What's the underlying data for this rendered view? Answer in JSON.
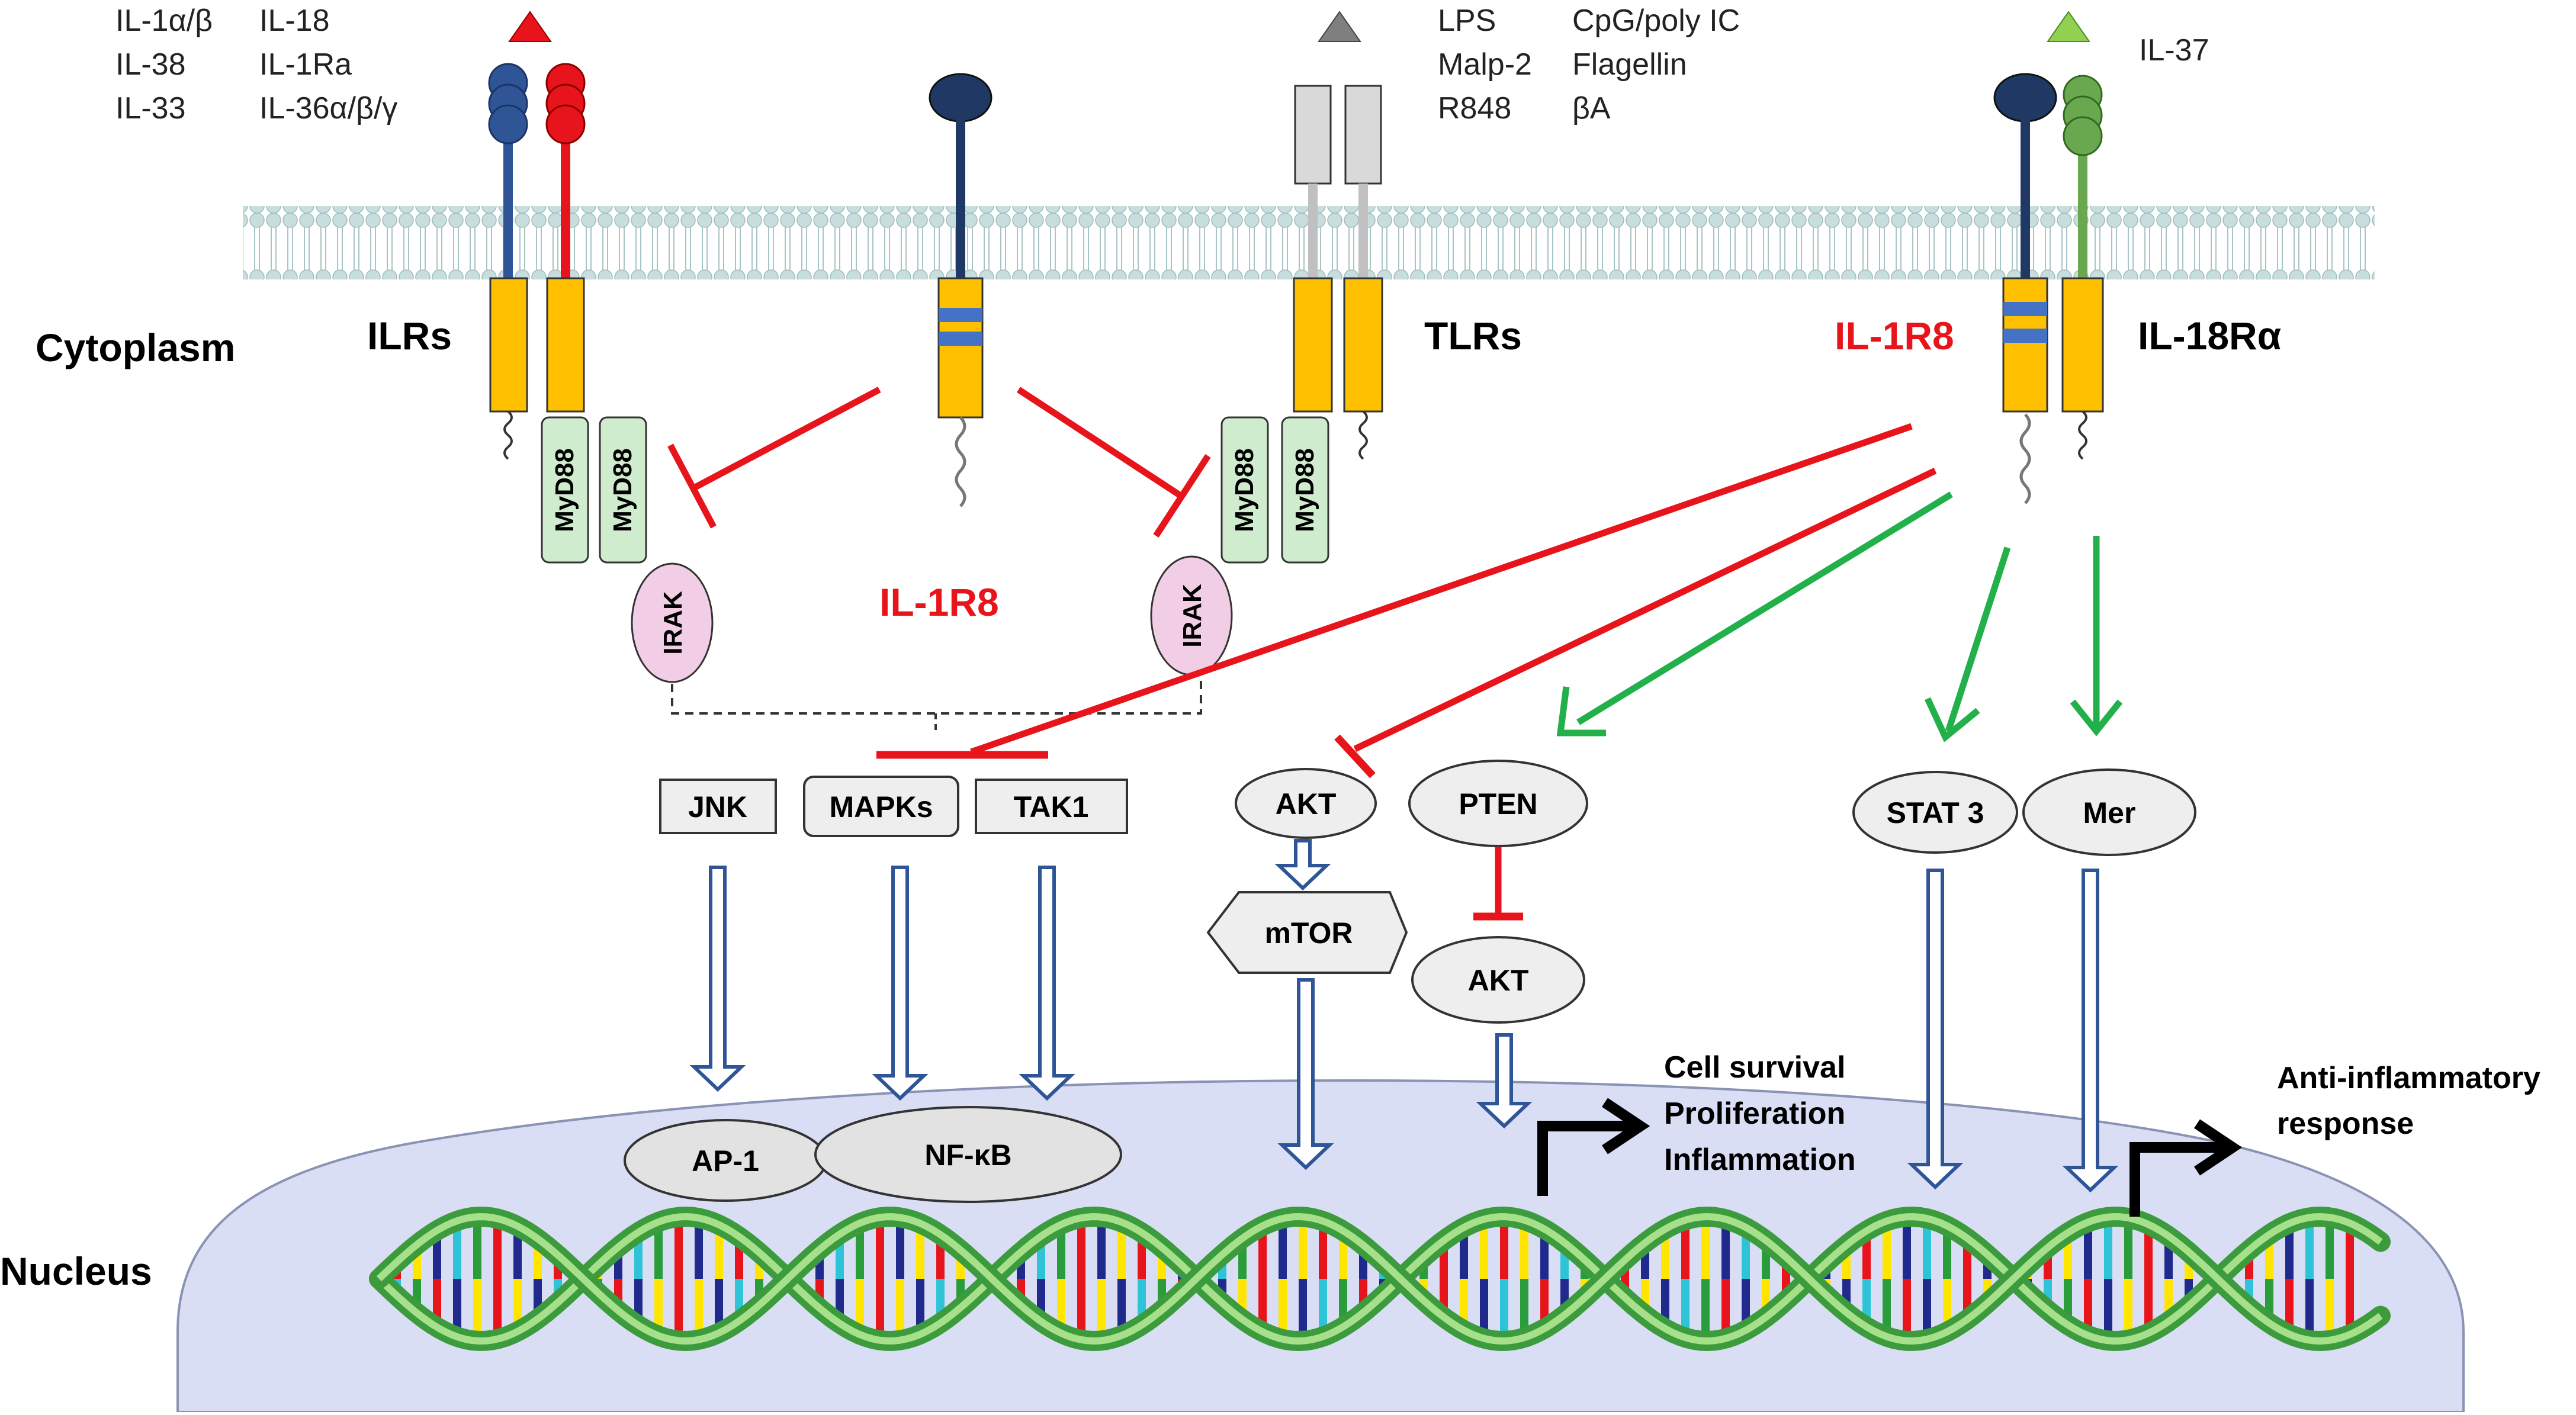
{
  "ligands": {
    "ilr": [
      "IL-1α/β",
      "IL-18",
      "IL-38",
      "IL-1Ra",
      "IL-33",
      "IL-36α/β/γ"
    ],
    "tlr": [
      "LPS",
      "CpG/poly IC",
      "Malp-2",
      "Flagellin",
      "R848",
      "βA"
    ],
    "il18": [
      "IL-37"
    ]
  },
  "labels": {
    "cytoplasm": "Cytoplasm",
    "nucleus": "Nucleus",
    "ilrs": "ILRs",
    "tlrs": "TLRs",
    "il1r8_center": "IL-1R8",
    "il1r8_right": "IL-1R8",
    "il18ra": "IL-18Rα"
  },
  "adaptors": {
    "myd88": "MyD88",
    "irak": "IRAK"
  },
  "nodes": {
    "jnk": "JNK",
    "mapks": "MAPKs",
    "tak1": "TAK1",
    "akt1": "AKT",
    "pten": "PTEN",
    "mtor": "mTOR",
    "akt2": "AKT",
    "stat3": "STAT 3",
    "mer": "Mer",
    "ap1": "AP-1",
    "nfkb": "NF-κB"
  },
  "outcomes": {
    "left": [
      "Cell survival",
      "Proliferation",
      "Inflammation"
    ],
    "right": [
      "Anti-inflammatory",
      "response"
    ]
  },
  "colors": {
    "membrane": "#cfe3e3",
    "nucleus": "#d9def5",
    "inhibit": "#e8141b",
    "activate": "#22b04b",
    "hollow_arrow": "#2f5597",
    "receptor_tm": "#ffc000",
    "receptor_blue": "#2f5597",
    "receptor_red": "#e8141b",
    "receptor_green": "#6aa84f",
    "myd88": "#cfeccf",
    "irak": "#f2cde6"
  }
}
